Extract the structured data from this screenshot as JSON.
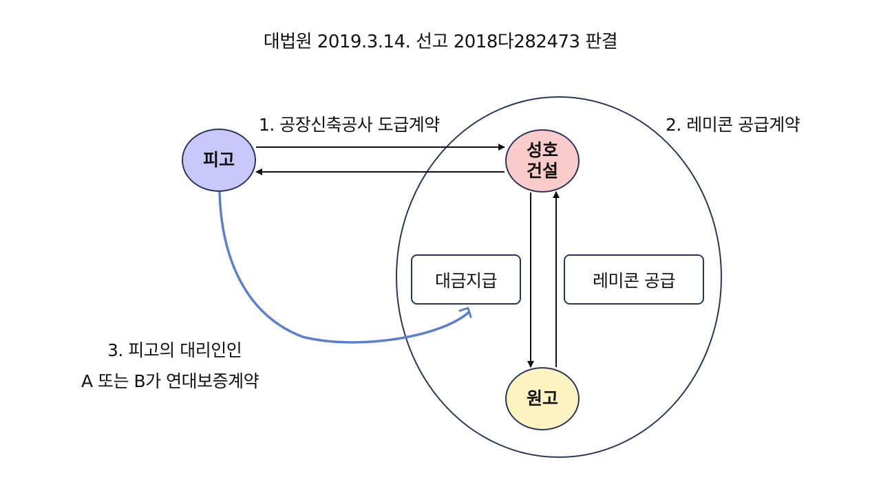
{
  "title": "대법원 2019.3.14. 선고 2018다282473 판결",
  "nodes": {
    "defendant": "피고",
    "company_line1": "성호",
    "company_line2": "건설",
    "plaintiff": "원고"
  },
  "labels": {
    "contract_1": "1. 공장신축공사 도급계약",
    "contract_2": "2. 레미콘 공급계약",
    "guarantee_line1": "3. 피고의 대리인인",
    "guarantee_line2": "A 또는 B가 연대보증계약"
  },
  "boxes": {
    "payment": "대금지급",
    "supply": "레미콘 공급"
  },
  "colors": {
    "outline": "#2a3459",
    "arrow": "#111111",
    "guarantee_curve": "#5b7fd0",
    "defendant_fill": "#c9c8fb",
    "company_fill": "#f9cccb",
    "plaintiff_fill": "#fdf3c1"
  }
}
